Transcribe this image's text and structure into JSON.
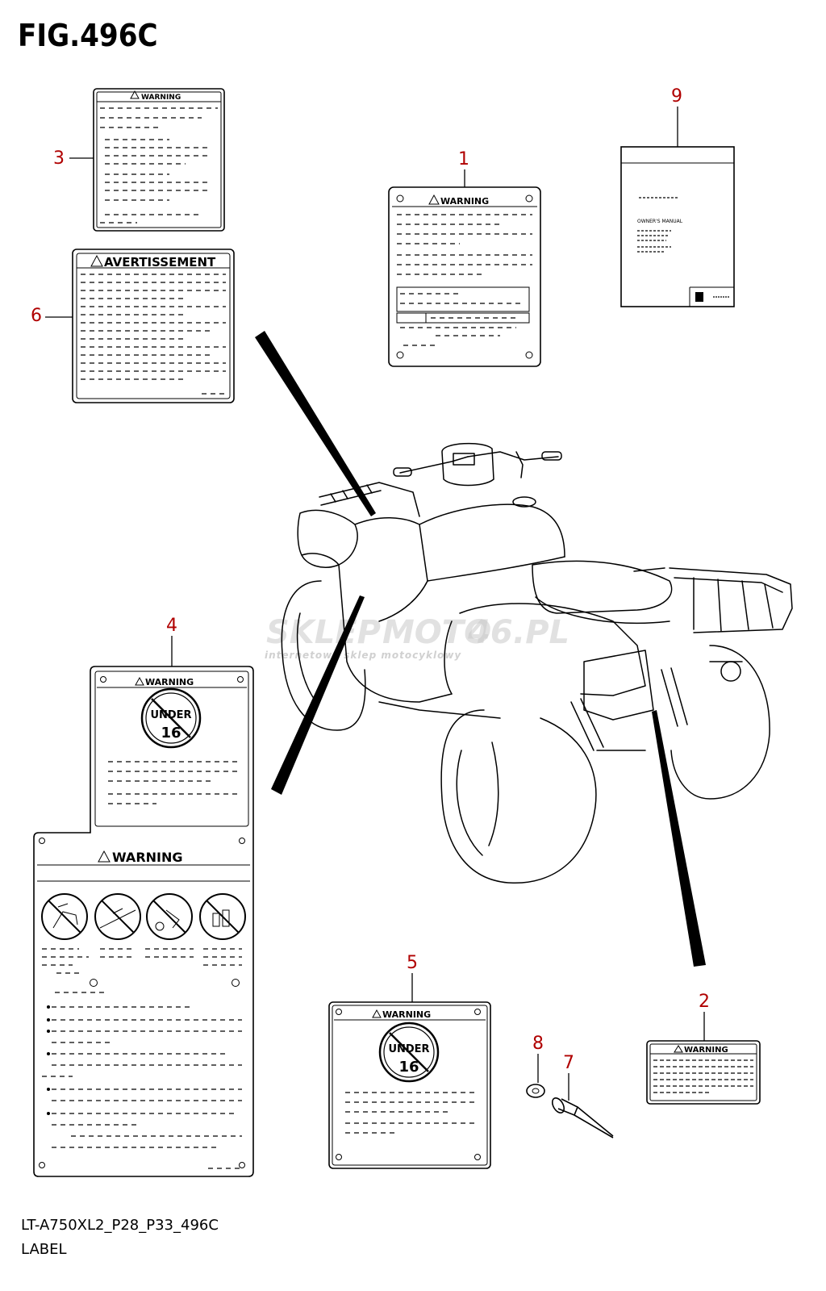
{
  "figure": {
    "title": "FIG.496C",
    "footer_code": "LT-A750XL2_P28_P33_496C",
    "footer_label": "LABEL"
  },
  "callouts": [
    "1",
    "2",
    "3",
    "4",
    "5",
    "6",
    "7",
    "8",
    "9"
  ],
  "labels": {
    "warning": "WARNING",
    "avertissement": "AVERTISSEMENT",
    "under": "UNDER",
    "age": "16",
    "owners_manual": "OWNER'S MANUAL"
  },
  "watermark": {
    "brand_a": "SKLEP",
    "brand_b": "MOTO",
    "brand_c": "46",
    "brand_d": ".PL",
    "tagline": "internetowy sklep motocyklowy"
  },
  "colors": {
    "callout": "#b00000",
    "line": "#000000"
  },
  "icons": [
    "warning-triangle-icon",
    "no-under-16-icon",
    "no-passenger-icon",
    "no-road-icon",
    "no-drug-alcohol-icon",
    "suzuki-logo-icon"
  ]
}
